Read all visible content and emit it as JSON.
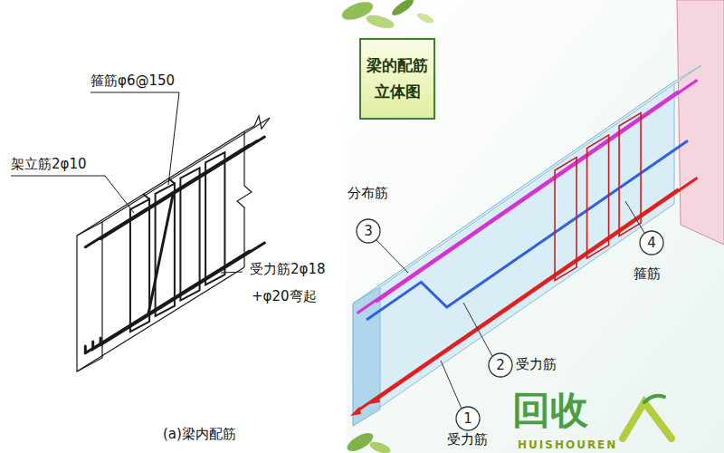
{
  "diagram": {
    "nodes": [
      {
        "text": [
          "梁的配筋 立体图"
        ]
      },
      {
        "text": [
          "3"
        ]
      },
      {
        "text": [
          "4"
        ]
      },
      {
        "text": [
          "2"
        ]
      },
      {
        "text": [
          "1"
        ]
      }
    ],
    "labels": [
      "箍筋φ6@150",
      "架立筋2φ10",
      "受力筋2φ18",
      "+φ20弯起",
      "(a)梁内配筋",
      "分布筋",
      "箍筋",
      "受力筋",
      "受力筋",
      "回收",
      "HUISHOUREN"
    ]
  }
}
